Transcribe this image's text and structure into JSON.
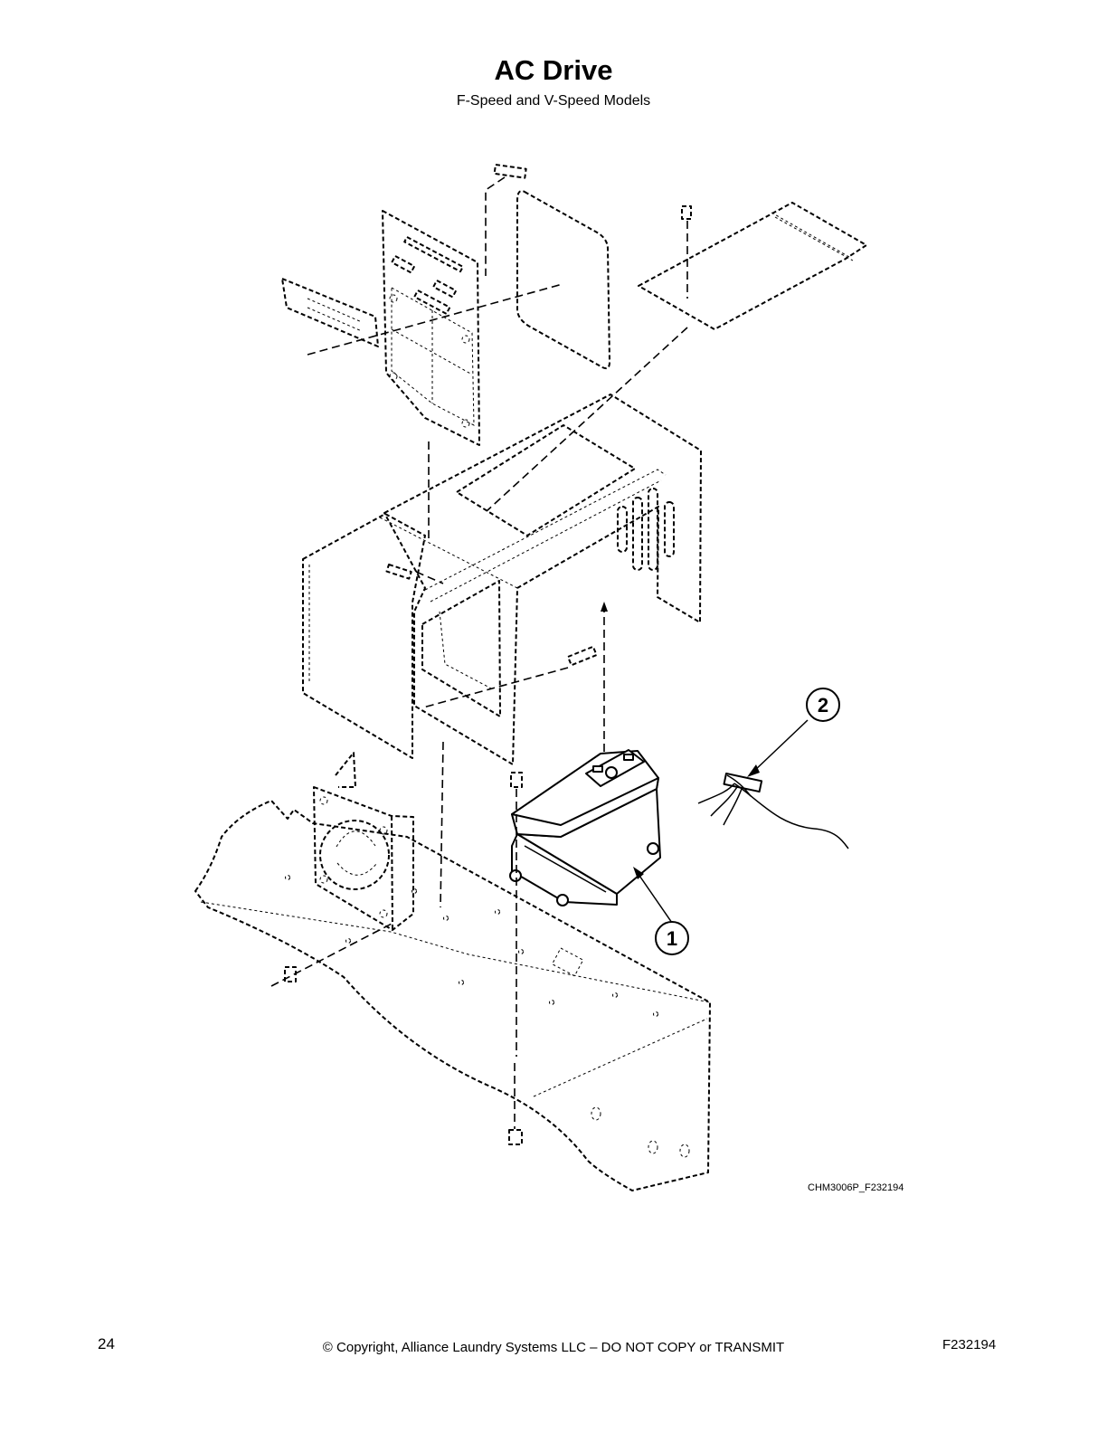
{
  "header": {
    "title": "AC Drive",
    "subtitle": "F-Speed and V-Speed Models"
  },
  "diagram": {
    "callouts": [
      {
        "number": "1"
      },
      {
        "number": "2"
      }
    ],
    "figure_id": "CHM3006P_F232194"
  },
  "footer": {
    "page_number": "24",
    "copyright": "© Copyright, Alliance Laundry Systems LLC – DO NOT COPY or TRANSMIT",
    "document_id": "F232194"
  }
}
